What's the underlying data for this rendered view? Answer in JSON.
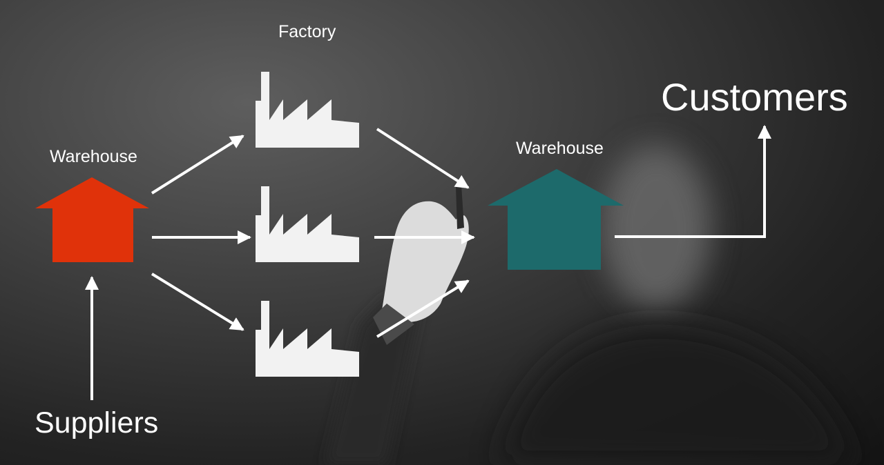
{
  "labels": {
    "factory": "Factory",
    "warehouse_left": "Warehouse",
    "warehouse_right": "Warehouse",
    "customers": "Customers",
    "suppliers": "Suppliers"
  },
  "colors": {
    "warehouse_left": "#e0320a",
    "warehouse_right": "#1d6a6b",
    "factory": "#f2f2f2",
    "arrow": "#ffffff"
  },
  "icons": {
    "warehouse": "house-icon",
    "factory": "factory-icon",
    "photo": "hand-with-marker"
  }
}
